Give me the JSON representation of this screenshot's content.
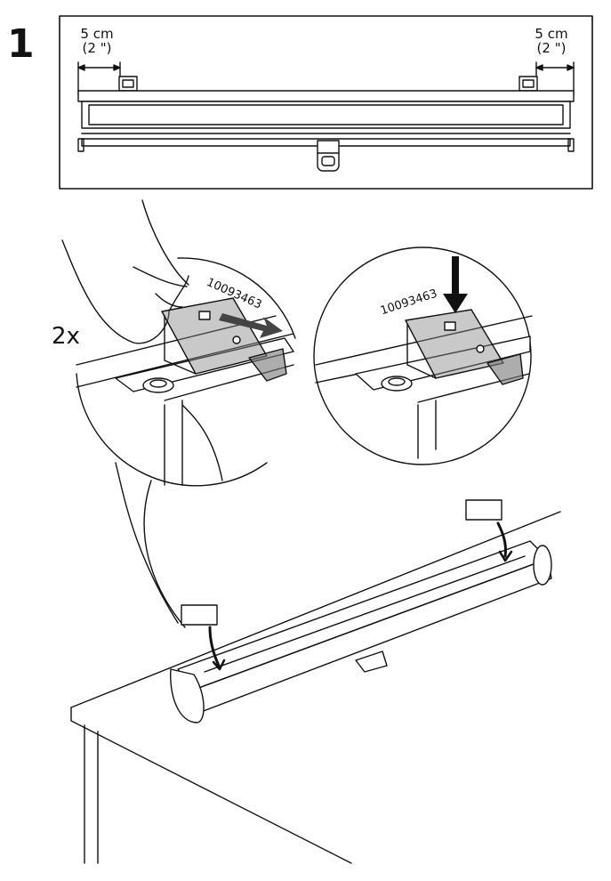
{
  "step": {
    "number": "1"
  },
  "dimensions": {
    "left": {
      "metric": "5 cm",
      "imperial": "(2 \")"
    },
    "right": {
      "metric": "5 cm",
      "imperial": "(2 \")"
    }
  },
  "quantity": {
    "label": "2x"
  },
  "bracket": {
    "part_number": "10093463"
  }
}
